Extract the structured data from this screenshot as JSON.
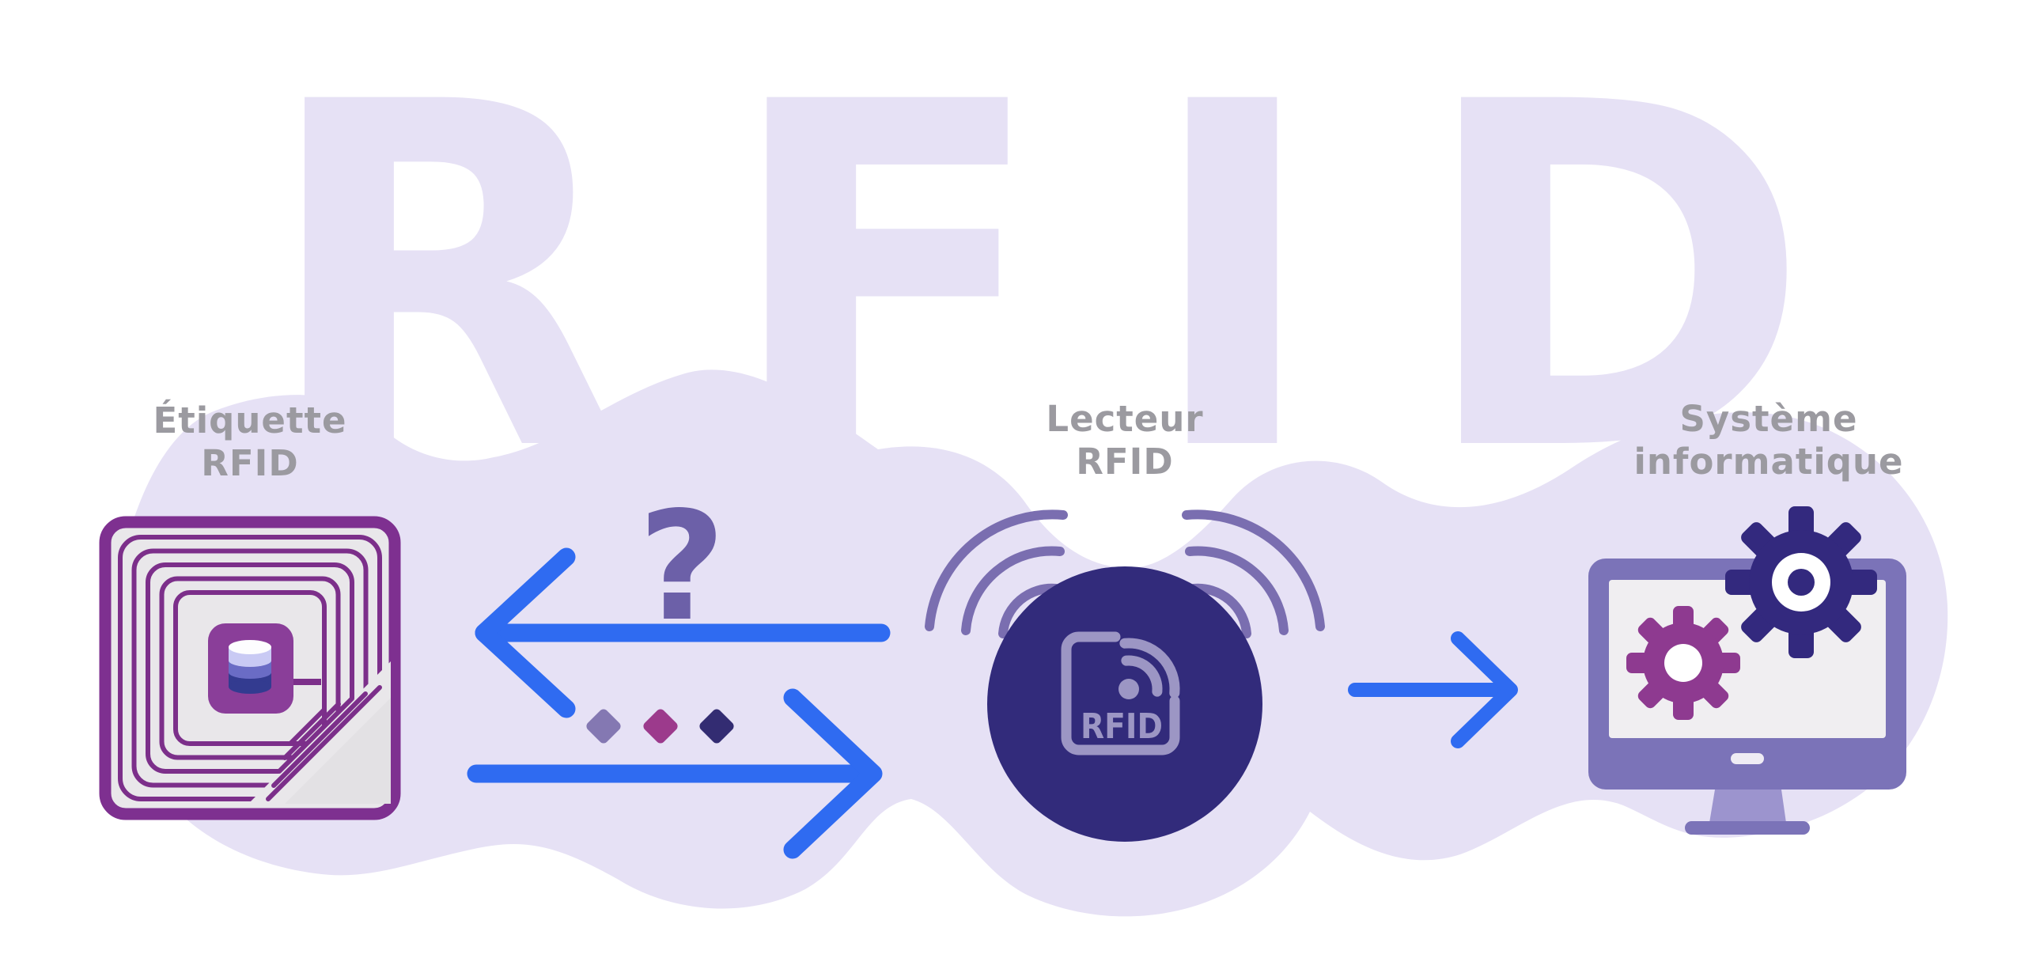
{
  "watermark": {
    "text": "RFID"
  },
  "nodes": {
    "tag": {
      "label_line1": "Étiquette",
      "label_line2": "RFID"
    },
    "reader": {
      "label_line1": "Lecteur",
      "label_line2": "RFID",
      "icon_text": "RFID"
    },
    "system": {
      "label_line1": "Système",
      "label_line2": "informatique"
    }
  },
  "annotations": {
    "question_mark": "?"
  },
  "icons": {
    "tag_icon": "rfid-tag-coil",
    "reader_icon": "rfid-reader-badge",
    "system_icon": "computer-with-gears",
    "signal_icon": "radio-waves",
    "data_symbols_icon": "diamond-dots",
    "arrow_icon": "blue-arrow"
  },
  "colors": {
    "lavender": "#E6E1F5",
    "label_gray": "#9B9AA0",
    "arrow_blue": "#2F6BF1",
    "tag_purple": "#7E3090",
    "tag_fill": "#E9E7EA",
    "chip_purple": "#8A3E99",
    "reader_navy": "#322B7B",
    "reader_icon_stroke": "#9C96C4",
    "wave_purple": "#7A6EB0",
    "question_purple": "#6C60A8",
    "diamond_colors": [
      "#8478B2",
      "#9C3A8C",
      "#332C72"
    ],
    "monitor_purple": "#7B73B8",
    "stand_purple": "#9C94CE",
    "screen_gray": "#F0EEF1",
    "gear_navy": "#33297E",
    "gear_magenta": "#8E3A90"
  }
}
